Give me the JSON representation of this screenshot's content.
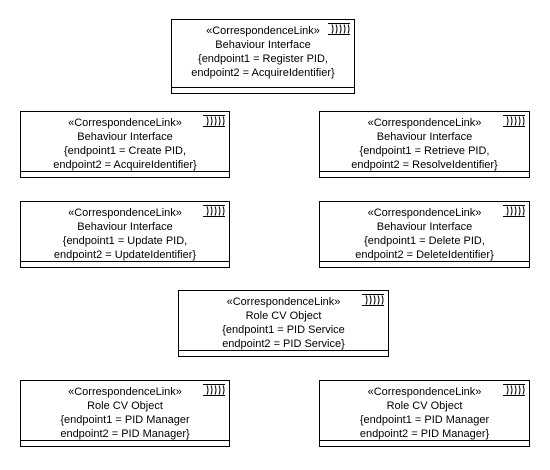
{
  "diagram": {
    "nodes": [
      {
        "stereotype": "«CorrespondenceLink»",
        "name": "Behaviour Interface",
        "endpoint1": "{endpoint1 = Register PID,",
        "endpoint2": "endpoint2 = AcquireIdentifier}",
        "icon": "correspondence-link-icon"
      },
      {
        "stereotype": "«CorrespondenceLink»",
        "name": "Behaviour Interface",
        "endpoint1": "{endpoint1 = Create PID,",
        "endpoint2": "endpoint2 = AcquireIdentifier}",
        "icon": "correspondence-link-icon"
      },
      {
        "stereotype": "«CorrespondenceLink»",
        "name": "Behaviour Interface",
        "endpoint1": "{endpoint1 = Retrieve PID,",
        "endpoint2": "endpoint2 = ResolveIdentifier}",
        "icon": "correspondence-link-icon"
      },
      {
        "stereotype": "«CorrespondenceLink»",
        "name": "Behaviour Interface",
        "endpoint1": "{endpoint1 = Update PID,",
        "endpoint2": "endpoint2 = UpdateIdentifier}",
        "icon": "correspondence-link-icon"
      },
      {
        "stereotype": "«CorrespondenceLink»",
        "name": "Behaviour Interface",
        "endpoint1": "{endpoint1 = Delete PID,",
        "endpoint2": "endpoint2 = DeleteIdentifier}",
        "icon": "correspondence-link-icon"
      },
      {
        "stereotype": "«CorrespondenceLink»",
        "name": "Role CV Object",
        "endpoint1": "{endpoint1 = PID Service",
        "endpoint2": "endpoint2 = PID Service}",
        "icon": "correspondence-link-icon"
      },
      {
        "stereotype": "«CorrespondenceLink»",
        "name": "Role CV Object",
        "endpoint1": "{endpoint1 = PID Manager",
        "endpoint2": "endpoint2 = PID Manager}",
        "icon": "correspondence-link-icon"
      },
      {
        "stereotype": "«CorrespondenceLink»",
        "name": "Role CV Object",
        "endpoint1": "{endpoint1 = PID Manager",
        "endpoint2": "endpoint2 = PID Manager}",
        "icon": "correspondence-link-icon"
      }
    ]
  }
}
